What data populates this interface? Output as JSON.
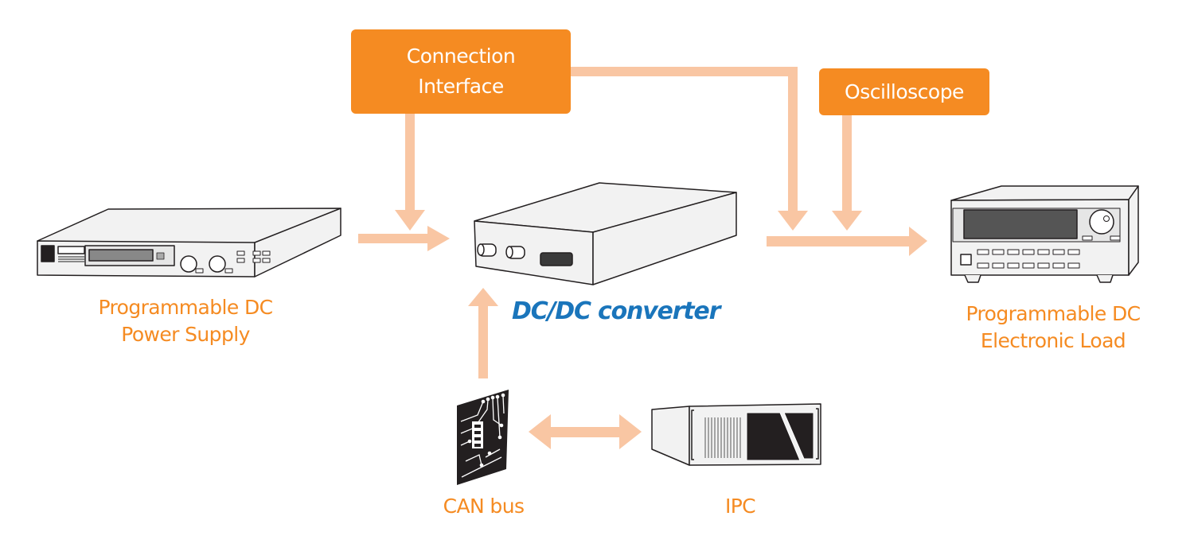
{
  "diagram": {
    "colors": {
      "box_fill": "#f58b22",
      "box_text": "#ffffff",
      "arrow": "#f9c6a3",
      "label_text": "#f58b22",
      "dut_label_text": "#1a75bb",
      "device_outline": "#231f20",
      "device_fill": "#f2f2f2",
      "device_dark": "#231f20"
    },
    "boxes": {
      "connection_interface": {
        "line1": "Connection",
        "line2": "Interface"
      },
      "oscilloscope": {
        "label": "Oscilloscope"
      }
    },
    "devices": {
      "power_supply": {
        "icon": "power-supply-icon",
        "line1": "Programmable DC",
        "line2": "Power Supply"
      },
      "dut": {
        "icon": "dc-dc-converter-icon",
        "label": "DC/DC converter"
      },
      "electronic_load": {
        "icon": "electronic-load-icon",
        "line1": "Programmable DC",
        "line2": "Electronic Load"
      },
      "can_bus": {
        "icon": "circuit-board-icon",
        "label": "CAN bus"
      },
      "ipc": {
        "icon": "industrial-pc-icon",
        "label": "IPC"
      }
    },
    "connections": [
      {
        "from": "Programmable DC Power Supply",
        "to": "DC/DC converter",
        "direction": "one-way"
      },
      {
        "from": "Connection Interface",
        "to": "DC/DC converter input",
        "direction": "one-way"
      },
      {
        "from": "Connection Interface",
        "to": "DC/DC converter output",
        "direction": "one-way"
      },
      {
        "from": "Oscilloscope",
        "to": "DC/DC converter output",
        "direction": "one-way"
      },
      {
        "from": "DC/DC converter",
        "to": "Programmable DC Electronic Load",
        "direction": "one-way"
      },
      {
        "from": "CAN bus",
        "to": "DC/DC converter",
        "direction": "one-way"
      },
      {
        "from": "CAN bus",
        "to": "IPC",
        "direction": "two-way"
      }
    ]
  }
}
